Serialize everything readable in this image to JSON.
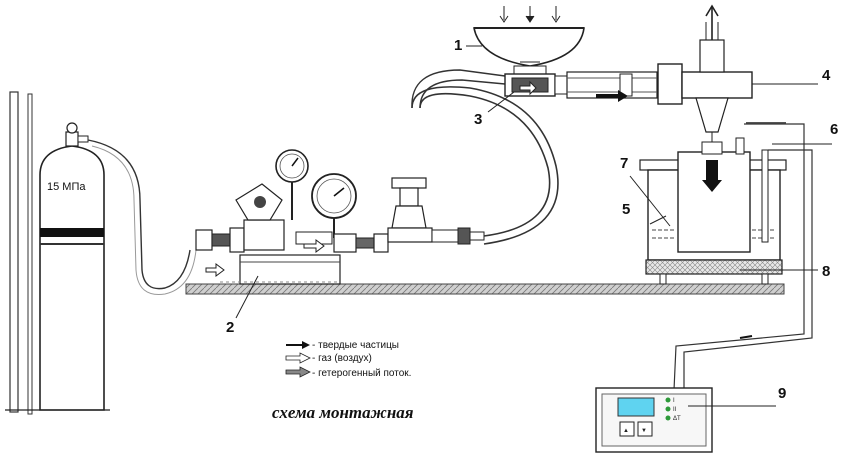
{
  "cylinder": {
    "pressure_label": "15 МПа"
  },
  "callouts": [
    "1",
    "2",
    "3",
    "4",
    "5",
    "6",
    "7",
    "8",
    "9"
  ],
  "legend": [
    {
      "icon": "solid-arrow-icon",
      "text": "- твердые частицы"
    },
    {
      "icon": "hollow-arrow-icon",
      "text": "- газ (воздух)"
    },
    {
      "icon": "hetero-arrow-icon",
      "text": "- гетерогенный поток."
    }
  ],
  "caption": "схема монтажная",
  "controller": {
    "indicators": [
      "I",
      "II",
      "ΔT"
    ],
    "button_left": "▲",
    "button_right": "▼"
  },
  "colors": {
    "display": "#5fd3f0",
    "line": "#222222",
    "indicator": "#2e9a3a"
  }
}
